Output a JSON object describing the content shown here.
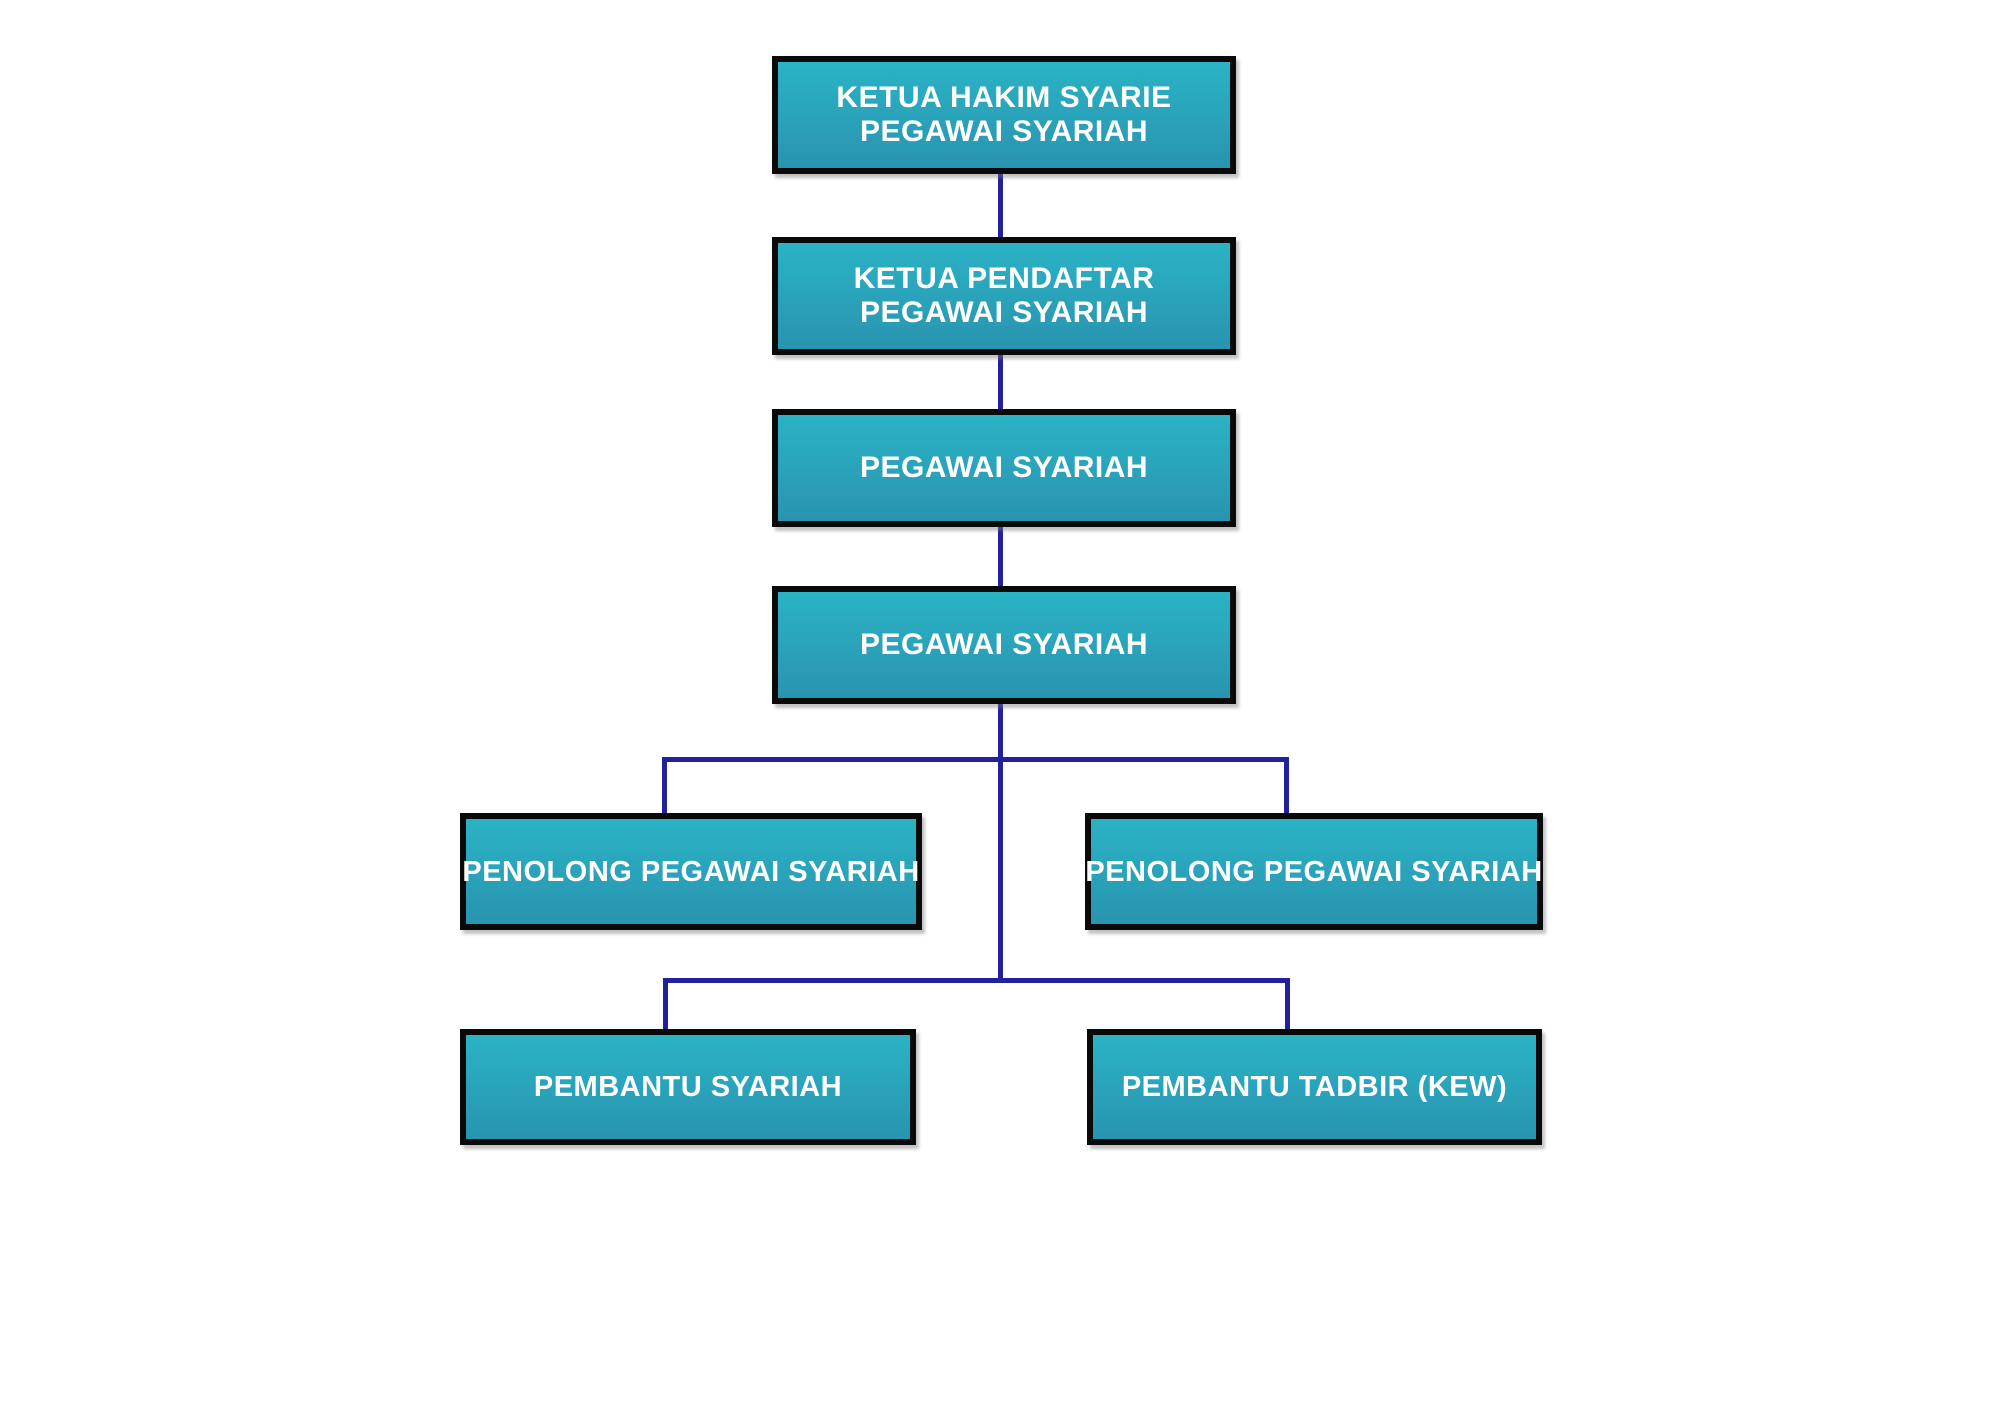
{
  "diagram": {
    "type": "org-chart",
    "background": "#ffffff",
    "colors": {
      "node_gradient_top": "#2bb3c5",
      "node_gradient_bottom": "#2994b0",
      "node_border": "#0a0a0a",
      "node_text": "#ffffff",
      "connector": "#21219e",
      "background": "#ffffff"
    },
    "nodes": {
      "ketua_hakim": {
        "line1": "KETUA HAKIM SYARIE",
        "line2": "PEGAWAI SYARIAH",
        "level": 1
      },
      "ketua_pendaftar": {
        "line1": "KETUA PENDAFTAR",
        "line2": "PEGAWAI SYARIAH",
        "level": 2
      },
      "pegawai_syariah_1": {
        "line1": "PEGAWAI SYARIAH",
        "level": 3
      },
      "pegawai_syariah_2": {
        "line1": "PEGAWAI SYARIAH",
        "level": 4
      },
      "penolong_left": {
        "line1": "PENOLONG PEGAWAI SYARIAH",
        "level": 5
      },
      "penolong_right": {
        "line1": "PENOLONG PEGAWAI SYARIAH",
        "level": 5
      },
      "pembantu_syariah": {
        "line1": "PEMBANTU SYARIAH",
        "level": 6
      },
      "pembantu_tadbir": {
        "line1": "PEMBANTU TADBIR (KEW)",
        "level": 6
      }
    }
  }
}
